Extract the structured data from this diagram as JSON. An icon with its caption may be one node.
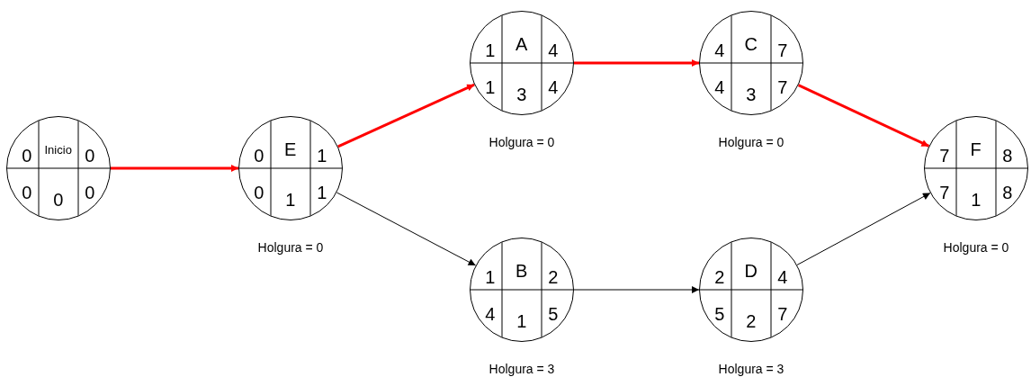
{
  "diagram": {
    "nodes": [
      {
        "text": [
          "0",
          "Inicio",
          "0",
          "0",
          "0",
          "0"
        ]
      },
      {
        "text": [
          "0",
          "E",
          "1",
          "0",
          "1",
          "1"
        ],
        "beside": [
          "Holgura = 0"
        ]
      },
      {
        "text": [
          "1",
          "A",
          "4",
          "1",
          "3",
          "4"
        ],
        "beside": [
          "Holgura = 0"
        ]
      },
      {
        "text": [
          "1",
          "B",
          "2",
          "4",
          "1",
          "5"
        ],
        "beside": [
          "Holgura = 3"
        ]
      },
      {
        "text": [
          "4",
          "C",
          "7",
          "4",
          "3",
          "7"
        ],
        "beside": [
          "Holgura = 0"
        ]
      },
      {
        "text": [
          "2",
          "D",
          "4",
          "5",
          "2",
          "7"
        ],
        "beside": [
          "Holgura = 3"
        ]
      },
      {
        "text": [
          "7",
          "F",
          "8",
          "7",
          "1",
          "8"
        ],
        "beside": [
          "Holgura = 0"
        ]
      }
    ],
    "edges": [
      {
        "from": 0,
        "to": 1,
        "arrow": "to"
      },
      {
        "from": 1,
        "to": 2,
        "arrow": "to"
      },
      {
        "from": 1,
        "to": 3,
        "arrow": "to",
        "color": "#000000"
      },
      {
        "from": 2,
        "to": 4,
        "arrow": "to"
      },
      {
        "from": 3,
        "to": 5,
        "arrow": "to",
        "color": "#000000"
      },
      {
        "from": 4,
        "to": 6,
        "arrow": "to"
      },
      {
        "from": 5,
        "to": 6,
        "arrow": "to",
        "color": "#000000"
      }
    ]
  }
}
